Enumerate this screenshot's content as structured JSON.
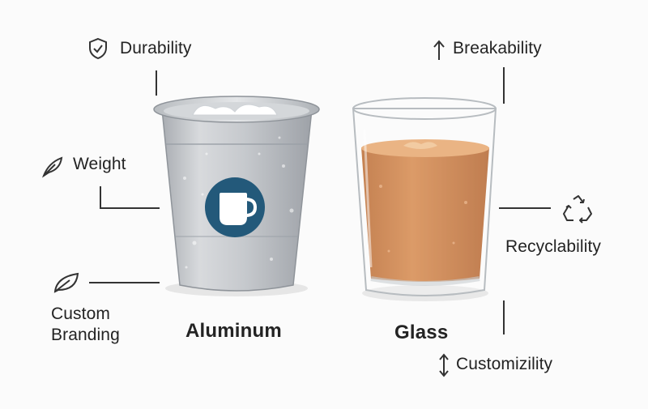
{
  "left": {
    "name": "Aluminum",
    "features": {
      "durability": "Durability",
      "weight": "Weight",
      "custom_branding": "Custom Branding"
    },
    "icons": {
      "durability": "shield-check-icon",
      "weight": "feather-icon",
      "custom_branding": "leaf-icon",
      "cup_logo": "coffee-mug-icon"
    }
  },
  "right": {
    "name": "Glass",
    "features": {
      "breakability": "Breakability",
      "recyclability": "Recyclability",
      "customizility": "Customizility"
    },
    "icons": {
      "breakability": "arrow-up-icon",
      "recyclability": "recycle-icon",
      "customizility": "double-arrow-vertical-icon"
    }
  },
  "colors": {
    "text": "#232323",
    "line": "#333333",
    "aluminum": "#c9ccd0",
    "logo_circle": "#23597a",
    "beverage": "#c8773a"
  }
}
